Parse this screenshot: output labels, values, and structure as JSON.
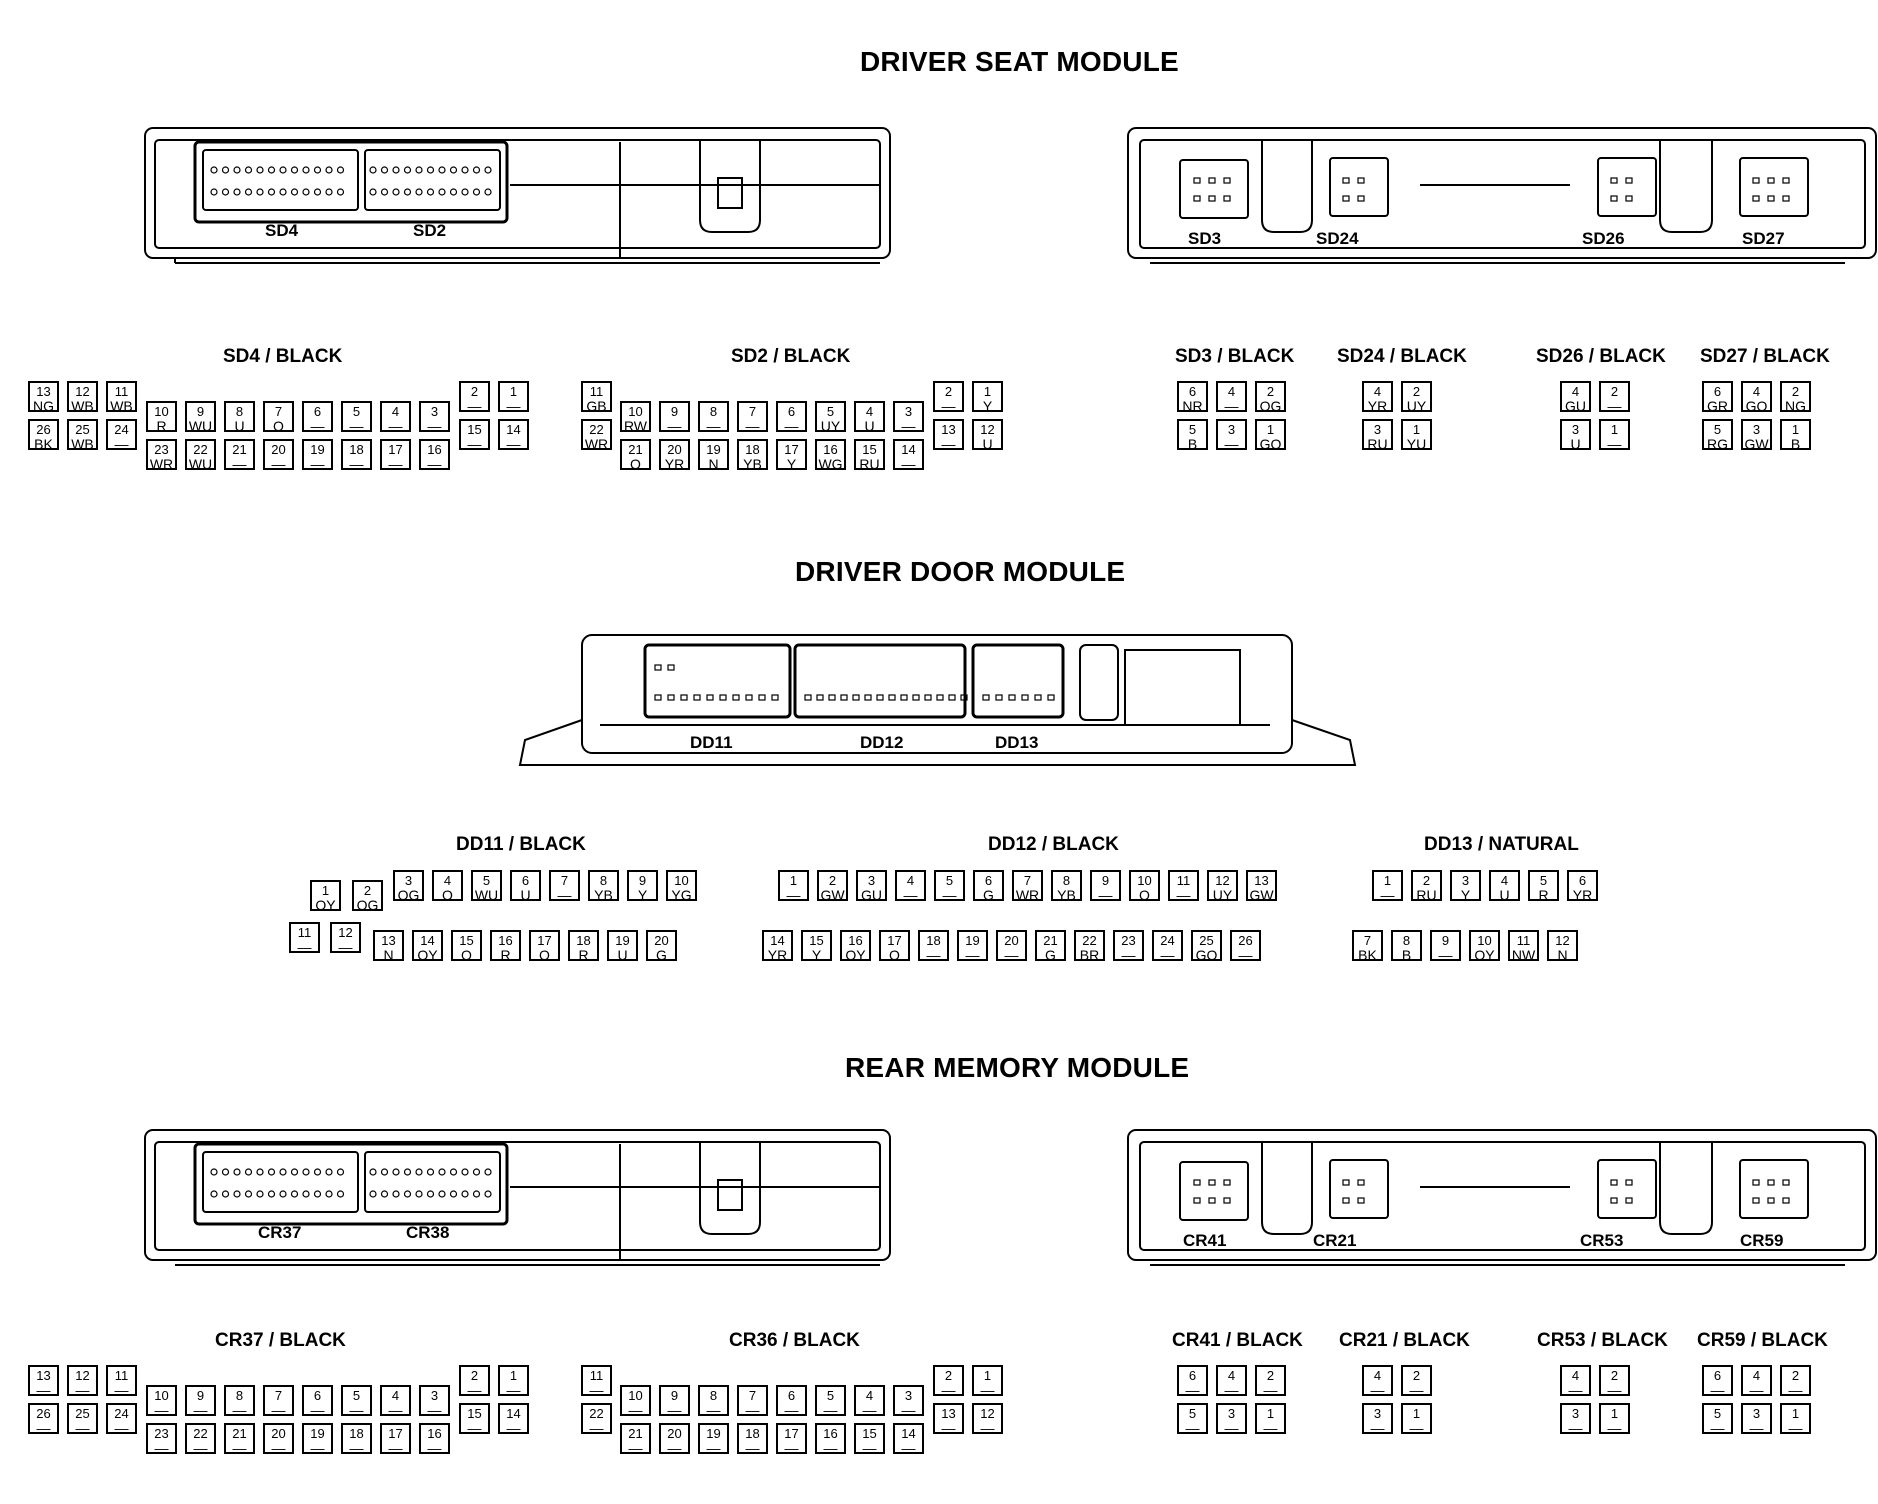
{
  "sections": [
    {
      "title": "DRIVER SEAT MODULE",
      "module_labels": [
        "SD4",
        "SD2",
        "SD3",
        "SD24",
        "SD26",
        "SD27"
      ],
      "connectors": [
        {
          "title": "SD4 / BLACK",
          "pins": [
            {
              "n": "13",
              "w": "NG"
            },
            {
              "n": "12",
              "w": "WB"
            },
            {
              "n": "11",
              "w": "WB"
            },
            {
              "n": "26",
              "w": "BK"
            },
            {
              "n": "25",
              "w": "WB"
            },
            {
              "n": "24",
              "w": "—"
            },
            {
              "n": "10",
              "w": "R"
            },
            {
              "n": "9",
              "w": "WU"
            },
            {
              "n": "8",
              "w": "U"
            },
            {
              "n": "7",
              "w": "O"
            },
            {
              "n": "6",
              "w": "—"
            },
            {
              "n": "5",
              "w": "—"
            },
            {
              "n": "4",
              "w": "—"
            },
            {
              "n": "3",
              "w": "—"
            },
            {
              "n": "23",
              "w": "WR"
            },
            {
              "n": "22",
              "w": "WU"
            },
            {
              "n": "21",
              "w": "—"
            },
            {
              "n": "20",
              "w": "—"
            },
            {
              "n": "19",
              "w": "—"
            },
            {
              "n": "18",
              "w": "—"
            },
            {
              "n": "17",
              "w": "—"
            },
            {
              "n": "16",
              "w": "—"
            },
            {
              "n": "2",
              "w": "—"
            },
            {
              "n": "1",
              "w": "—"
            },
            {
              "n": "15",
              "w": "—"
            },
            {
              "n": "14",
              "w": "—"
            }
          ]
        },
        {
          "title": "SD2 / BLACK",
          "pins": [
            {
              "n": "11",
              "w": "GB"
            },
            {
              "n": "22",
              "w": "WR"
            },
            {
              "n": "10",
              "w": "RW"
            },
            {
              "n": "9",
              "w": "—"
            },
            {
              "n": "8",
              "w": "—"
            },
            {
              "n": "7",
              "w": "—"
            },
            {
              "n": "6",
              "w": "—"
            },
            {
              "n": "5",
              "w": "UY"
            },
            {
              "n": "4",
              "w": "U"
            },
            {
              "n": "3",
              "w": "—"
            },
            {
              "n": "21",
              "w": "O"
            },
            {
              "n": "20",
              "w": "YR"
            },
            {
              "n": "19",
              "w": "N"
            },
            {
              "n": "18",
              "w": "YB"
            },
            {
              "n": "17",
              "w": "Y"
            },
            {
              "n": "16",
              "w": "WG"
            },
            {
              "n": "15",
              "w": "RU"
            },
            {
              "n": "14",
              "w": "—"
            },
            {
              "n": "2",
              "w": "—"
            },
            {
              "n": "1",
              "w": "Y"
            },
            {
              "n": "13",
              "w": "—"
            },
            {
              "n": "12",
              "w": "U"
            }
          ]
        },
        {
          "title": "SD3 / BLACK",
          "pins": [
            {
              "n": "6",
              "w": "NR"
            },
            {
              "n": "4",
              "w": "—"
            },
            {
              "n": "2",
              "w": "OG"
            },
            {
              "n": "5",
              "w": "B"
            },
            {
              "n": "3",
              "w": "—"
            },
            {
              "n": "1",
              "w": "GO"
            }
          ]
        },
        {
          "title": "SD24 / BLACK",
          "pins": [
            {
              "n": "4",
              "w": "YR"
            },
            {
              "n": "2",
              "w": "UY"
            },
            {
              "n": "3",
              "w": "RU"
            },
            {
              "n": "1",
              "w": "YU"
            }
          ]
        },
        {
          "title": "SD26 / BLACK",
          "pins": [
            {
              "n": "4",
              "w": "GU"
            },
            {
              "n": "2",
              "w": "—"
            },
            {
              "n": "3",
              "w": "U"
            },
            {
              "n": "1",
              "w": "—"
            }
          ]
        },
        {
          "title": "SD27 / BLACK",
          "pins": [
            {
              "n": "6",
              "w": "GR"
            },
            {
              "n": "4",
              "w": "GO"
            },
            {
              "n": "2",
              "w": "NG"
            },
            {
              "n": "5",
              "w": "RG"
            },
            {
              "n": "3",
              "w": "GW"
            },
            {
              "n": "1",
              "w": "B"
            }
          ]
        }
      ]
    },
    {
      "title": "DRIVER DOOR MODULE",
      "module_labels": [
        "DD11",
        "DD12",
        "DD13"
      ],
      "connectors": [
        {
          "title": "DD11 / BLACK",
          "pins": [
            {
              "n": "1",
              "w": "OY"
            },
            {
              "n": "2",
              "w": "OG"
            },
            {
              "n": "3",
              "w": "OG"
            },
            {
              "n": "4",
              "w": "O"
            },
            {
              "n": "5",
              "w": "WU"
            },
            {
              "n": "6",
              "w": "U"
            },
            {
              "n": "7",
              "w": "—"
            },
            {
              "n": "8",
              "w": "YB"
            },
            {
              "n": "9",
              "w": "Y"
            },
            {
              "n": "10",
              "w": "YG"
            },
            {
              "n": "11",
              "w": "—"
            },
            {
              "n": "12",
              "w": "—"
            },
            {
              "n": "13",
              "w": "N"
            },
            {
              "n": "14",
              "w": "OY"
            },
            {
              "n": "15",
              "w": "O"
            },
            {
              "n": "16",
              "w": "R"
            },
            {
              "n": "17",
              "w": "O"
            },
            {
              "n": "18",
              "w": "R"
            },
            {
              "n": "19",
              "w": "U"
            },
            {
              "n": "20",
              "w": "G"
            }
          ]
        },
        {
          "title": "DD12 / BLACK",
          "pins": [
            {
              "n": "1",
              "w": "—"
            },
            {
              "n": "2",
              "w": "GW"
            },
            {
              "n": "3",
              "w": "GU"
            },
            {
              "n": "4",
              "w": "—"
            },
            {
              "n": "5",
              "w": "—"
            },
            {
              "n": "6",
              "w": "G"
            },
            {
              "n": "7",
              "w": "WR"
            },
            {
              "n": "8",
              "w": "YB"
            },
            {
              "n": "9",
              "w": "—"
            },
            {
              "n": "10",
              "w": "O"
            },
            {
              "n": "11",
              "w": "—"
            },
            {
              "n": "12",
              "w": "UY"
            },
            {
              "n": "13",
              "w": "GW"
            },
            {
              "n": "14",
              "w": "YR"
            },
            {
              "n": "15",
              "w": "Y"
            },
            {
              "n": "16",
              "w": "OY"
            },
            {
              "n": "17",
              "w": "O"
            },
            {
              "n": "18",
              "w": "—"
            },
            {
              "n": "19",
              "w": "—"
            },
            {
              "n": "20",
              "w": "—"
            },
            {
              "n": "21",
              "w": "G"
            },
            {
              "n": "22",
              "w": "BR"
            },
            {
              "n": "23",
              "w": "—"
            },
            {
              "n": "24",
              "w": "—"
            },
            {
              "n": "25",
              "w": "GO"
            },
            {
              "n": "26",
              "w": "—"
            }
          ]
        },
        {
          "title": "DD13 / NATURAL",
          "pins": [
            {
              "n": "1",
              "w": "—"
            },
            {
              "n": "2",
              "w": "RU"
            },
            {
              "n": "3",
              "w": "Y"
            },
            {
              "n": "4",
              "w": "U"
            },
            {
              "n": "5",
              "w": "R"
            },
            {
              "n": "6",
              "w": "YR"
            },
            {
              "n": "7",
              "w": "BK"
            },
            {
              "n": "8",
              "w": "B"
            },
            {
              "n": "9",
              "w": "—"
            },
            {
              "n": "10",
              "w": "OY"
            },
            {
              "n": "11",
              "w": "NW"
            },
            {
              "n": "12",
              "w": "N"
            }
          ]
        }
      ]
    },
    {
      "title": "REAR MEMORY MODULE",
      "module_labels": [
        "CR37",
        "CR38",
        "CR41",
        "CR21",
        "CR53",
        "CR59"
      ],
      "connectors": [
        {
          "title": "CR37 / BLACK",
          "pins": [
            {
              "n": "13",
              "w": "—"
            },
            {
              "n": "12",
              "w": "—"
            },
            {
              "n": "11",
              "w": "—"
            },
            {
              "n": "26",
              "w": "—"
            },
            {
              "n": "25",
              "w": "—"
            },
            {
              "n": "24",
              "w": "—"
            },
            {
              "n": "10",
              "w": "—"
            },
            {
              "n": "9",
              "w": "—"
            },
            {
              "n": "8",
              "w": "—"
            },
            {
              "n": "7",
              "w": "—"
            },
            {
              "n": "6",
              "w": "—"
            },
            {
              "n": "5",
              "w": "—"
            },
            {
              "n": "4",
              "w": "—"
            },
            {
              "n": "3",
              "w": "—"
            },
            {
              "n": "23",
              "w": "—"
            },
            {
              "n": "22",
              "w": "—"
            },
            {
              "n": "21",
              "w": "—"
            },
            {
              "n": "20",
              "w": "—"
            },
            {
              "n": "19",
              "w": "—"
            },
            {
              "n": "18",
              "w": "—"
            },
            {
              "n": "17",
              "w": "—"
            },
            {
              "n": "16",
              "w": "—"
            },
            {
              "n": "2",
              "w": "—"
            },
            {
              "n": "1",
              "w": "—"
            },
            {
              "n": "15",
              "w": "—"
            },
            {
              "n": "14",
              "w": "—"
            }
          ]
        },
        {
          "title": "CR36 / BLACK",
          "pins": [
            {
              "n": "11",
              "w": "—"
            },
            {
              "n": "22",
              "w": "—"
            },
            {
              "n": "10",
              "w": "—"
            },
            {
              "n": "9",
              "w": "—"
            },
            {
              "n": "8",
              "w": "—"
            },
            {
              "n": "7",
              "w": "—"
            },
            {
              "n": "6",
              "w": "—"
            },
            {
              "n": "5",
              "w": "—"
            },
            {
              "n": "4",
              "w": "—"
            },
            {
              "n": "3",
              "w": "—"
            },
            {
              "n": "21",
              "w": "—"
            },
            {
              "n": "20",
              "w": "—"
            },
            {
              "n": "19",
              "w": "—"
            },
            {
              "n": "18",
              "w": "—"
            },
            {
              "n": "17",
              "w": "—"
            },
            {
              "n": "16",
              "w": "—"
            },
            {
              "n": "15",
              "w": "—"
            },
            {
              "n": "14",
              "w": "—"
            },
            {
              "n": "2",
              "w": "—"
            },
            {
              "n": "1",
              "w": "—"
            },
            {
              "n": "13",
              "w": "—"
            },
            {
              "n": "12",
              "w": "—"
            }
          ]
        },
        {
          "title": "CR41 / BLACK",
          "pins": [
            {
              "n": "6",
              "w": "—"
            },
            {
              "n": "4",
              "w": "—"
            },
            {
              "n": "2",
              "w": "—"
            },
            {
              "n": "5",
              "w": "—"
            },
            {
              "n": "3",
              "w": "—"
            },
            {
              "n": "1",
              "w": "—"
            }
          ]
        },
        {
          "title": "CR21 / BLACK",
          "pins": [
            {
              "n": "4",
              "w": "—"
            },
            {
              "n": "2",
              "w": "—"
            },
            {
              "n": "3",
              "w": "—"
            },
            {
              "n": "1",
              "w": "—"
            }
          ]
        },
        {
          "title": "CR53 / BLACK",
          "pins": [
            {
              "n": "4",
              "w": "—"
            },
            {
              "n": "2",
              "w": "—"
            },
            {
              "n": "3",
              "w": "—"
            },
            {
              "n": "1",
              "w": "—"
            }
          ]
        },
        {
          "title": "CR59 / BLACK",
          "pins": [
            {
              "n": "6",
              "w": "—"
            },
            {
              "n": "4",
              "w": "—"
            },
            {
              "n": "2",
              "w": "—"
            },
            {
              "n": "5",
              "w": "—"
            },
            {
              "n": "3",
              "w": "—"
            },
            {
              "n": "1",
              "w": "—"
            }
          ]
        }
      ]
    }
  ]
}
